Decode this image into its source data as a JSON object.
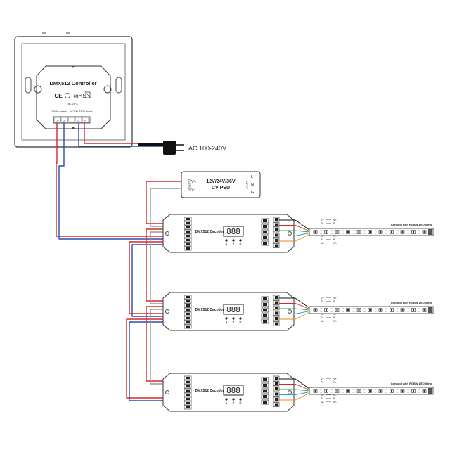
{
  "controller": {
    "title": "DMX512 Controller",
    "ce": "CE",
    "rohs": "RoHS",
    "temp": "ta:-25°C",
    "dmx_output": "DMX output",
    "ac_input": "AC100-240V Input",
    "pins": [
      "D+",
      "D-",
      "",
      "L",
      "N"
    ]
  },
  "plug": {
    "label": "AC 100-240V"
  },
  "psu": {
    "title": "12V/24V/36V",
    "subtitle": "CV PSU",
    "output": "OUTPUT",
    "input": "INPUT",
    "vplus": "V+",
    "vminus": "V-",
    "l": "L",
    "n": "N",
    "g": "G"
  },
  "decoders": [
    {
      "label": "DMX512 Decoder",
      "digits": "888",
      "buttons": [
        "▲",
        "▼",
        "M"
      ]
    },
    {
      "label": "DMX512 Decoder",
      "digits": "888",
      "buttons": [
        "▲",
        "▼",
        "M"
      ]
    },
    {
      "label": "DMX512 Decoder",
      "digits": "888",
      "buttons": [
        "▲",
        "▼",
        "M"
      ]
    }
  ],
  "strip": {
    "label": "Connect with RGBW LED Strip",
    "wires": [
      "V+",
      "R-",
      "G-",
      "B-",
      "W-"
    ]
  },
  "colors": {
    "red": "#d9262c",
    "blue": "#2b4ea8",
    "gray": "#999999",
    "green": "#2ea84a",
    "orange": "#ef8a1e",
    "cyan": "#22a3d8",
    "black": "#111111"
  }
}
